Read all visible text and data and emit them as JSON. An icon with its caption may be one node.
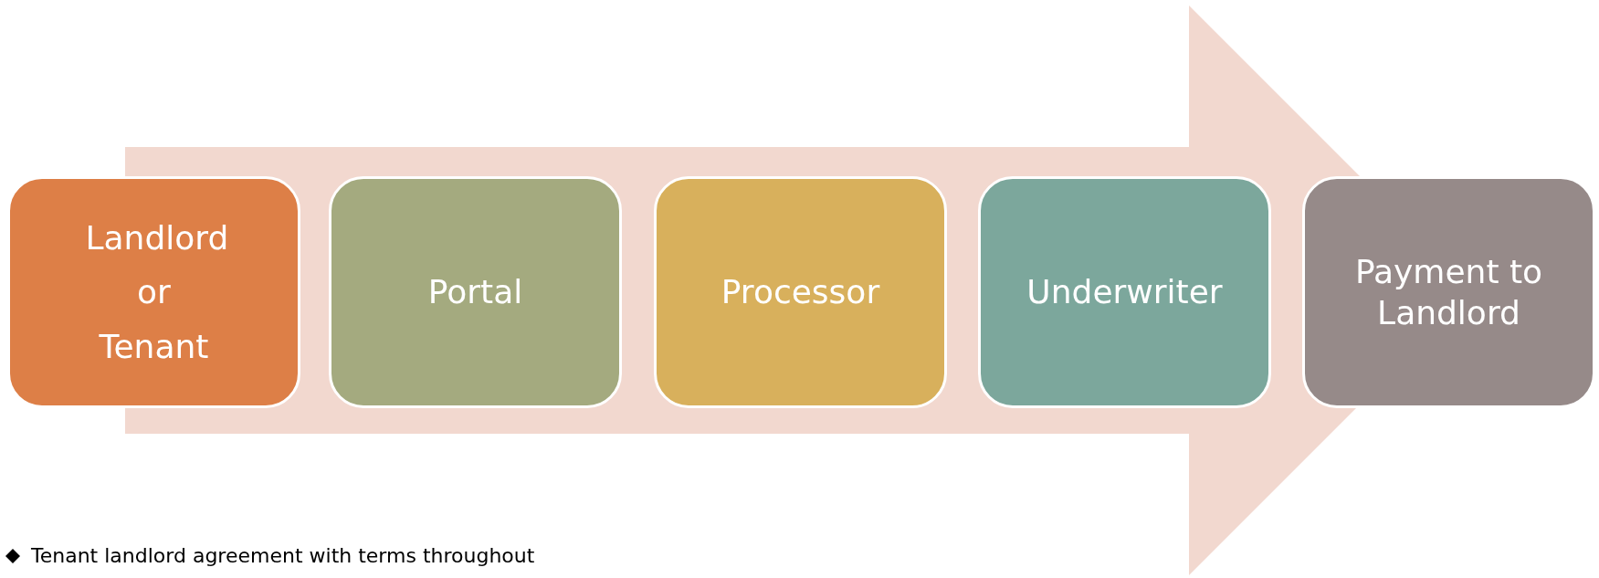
{
  "diagram": {
    "nodes": [
      {
        "text": [
          "Landlord or Tenant"
        ]
      },
      {
        "text": [
          "Portal"
        ]
      },
      {
        "text": [
          "Processor"
        ]
      },
      {
        "text": [
          "Underwriter"
        ]
      },
      {
        "text": [
          "Payment to Landlord"
        ]
      }
    ],
    "edges": [
      {
        "from": 0,
        "to": 4,
        "arrow": "to",
        "style": "thick",
        "color": "#f2d8cf"
      }
    ],
    "labels": [
      "Tenant landlord agreement with terms throughout"
    ]
  }
}
